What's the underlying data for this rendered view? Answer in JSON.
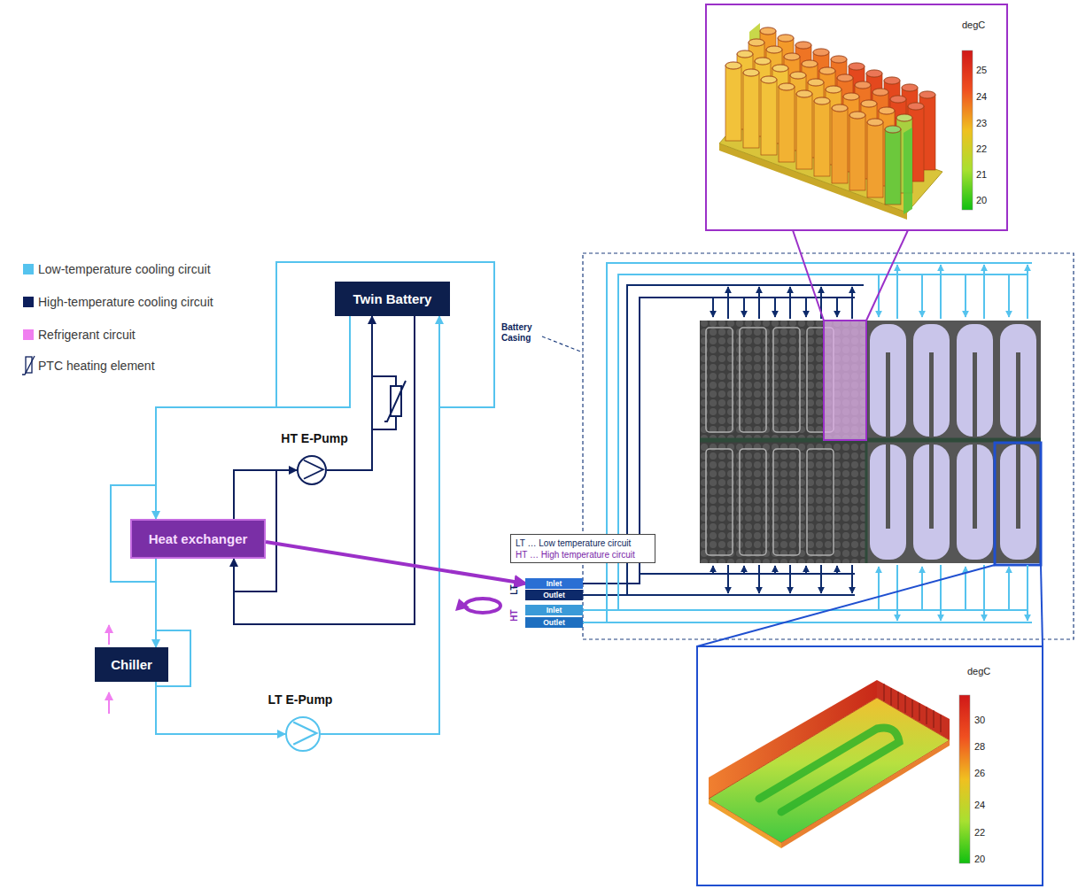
{
  "diagram": {
    "nodes": [
      {
        "text": [
          "Twin Battery"
        ]
      },
      {
        "text": [
          "HT E-Pump"
        ]
      },
      {
        "text": [
          "Heat exchanger"
        ]
      },
      {
        "text": [
          "Chiller"
        ]
      },
      {
        "text": [
          "LT E-Pump"
        ]
      },
      {
        "text": [
          "LT … Low temperature circuit",
          "HT … High temperature circuit"
        ]
      },
      {
        "text": [
          "Inlet"
        ]
      },
      {
        "text": [
          "Outlet"
        ]
      },
      {
        "text": [
          "Inlet"
        ]
      },
      {
        "text": [
          "Outlet"
        ]
      }
    ],
    "edges": [
      {
        "from": 0,
        "to": 2,
        "arrow": "to"
      },
      {
        "from": 2,
        "to": 3,
        "arrow": "to"
      },
      {
        "from": 3,
        "to": 4,
        "arrow": "to"
      },
      {
        "from": 4,
        "to": 0,
        "arrow": "to"
      },
      {
        "from": 1,
        "to": 0,
        "arrow": "to"
      },
      {
        "from": 0,
        "to": 2,
        "arrow": "to"
      },
      {
        "from": 2,
        "to": 1,
        "arrow": "to"
      },
      {
        "from": 2,
        "to": 6,
        "arrow": "to"
      }
    ],
    "labels": [
      "LT",
      "HT",
      "Battery Casing",
      "degC",
      "25",
      "24",
      "23",
      "22",
      "21",
      "20",
      "degC",
      "30",
      "28",
      "26",
      "24",
      "22",
      "20"
    ],
    "legend": [
      {
        "text": "Low-temperature cooling circuit",
        "color": "#55c3ee"
      },
      {
        "text": "High-temperature cooling circuit",
        "color": "#0d1f5c"
      },
      {
        "text": "Refrigerant circuit",
        "color": "#f07ff0"
      },
      {
        "text": "PTC heating element"
      }
    ]
  }
}
